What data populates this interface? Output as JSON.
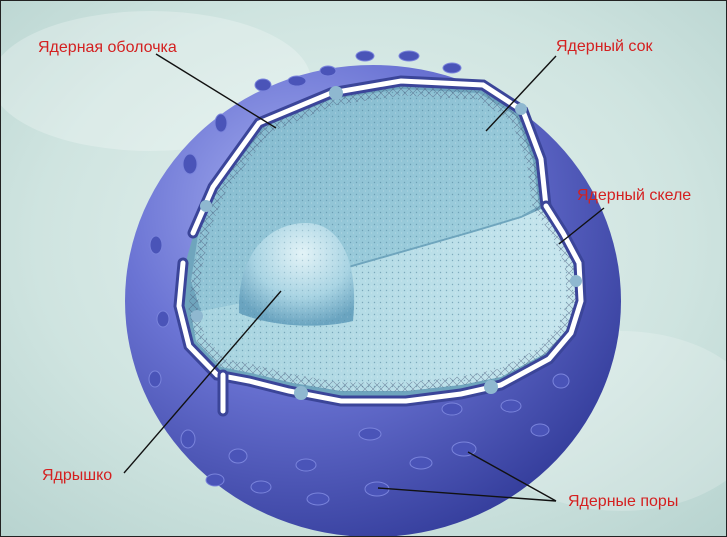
{
  "diagram": {
    "labels": {
      "nuclear_envelope": "Ядерная оболочка",
      "nuclear_sap": "Ядерный сок",
      "nuclear_skeleton": "Ядерный скеле",
      "nucleolus": "Ядрышко",
      "nuclear_pores": "Ядерные поры"
    },
    "colors": {
      "label_text": "#d42020",
      "sphere_dark": "#3a44a8",
      "sphere_light": "#8f9be8",
      "interior": "#8cc6d8",
      "background": "#cfe6e3"
    }
  }
}
